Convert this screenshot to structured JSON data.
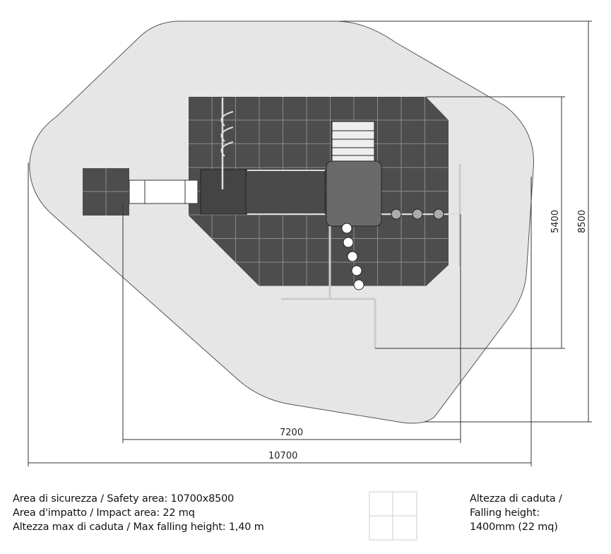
{
  "drawing": {
    "dimensions": {
      "overall_width": "10700",
      "equipment_width": "7200",
      "equipment_depth": "5400",
      "overall_depth": "8500"
    },
    "colors": {
      "safety_area": "#e6e6e6",
      "impact_area": "#4d4d4d",
      "grid": "#8a8a8a"
    }
  },
  "legend": {
    "left_lines": [
      "Area di sicurezza / Safety area: 10700x8500",
      "Area d'impatto / Impact area: 22 mq",
      "Altezza max di caduta / Max falling height: 1,40 m"
    ],
    "right_lines": [
      "Altezza di caduta /",
      "Falling height:",
      "1400mm (22 mq)"
    ]
  }
}
